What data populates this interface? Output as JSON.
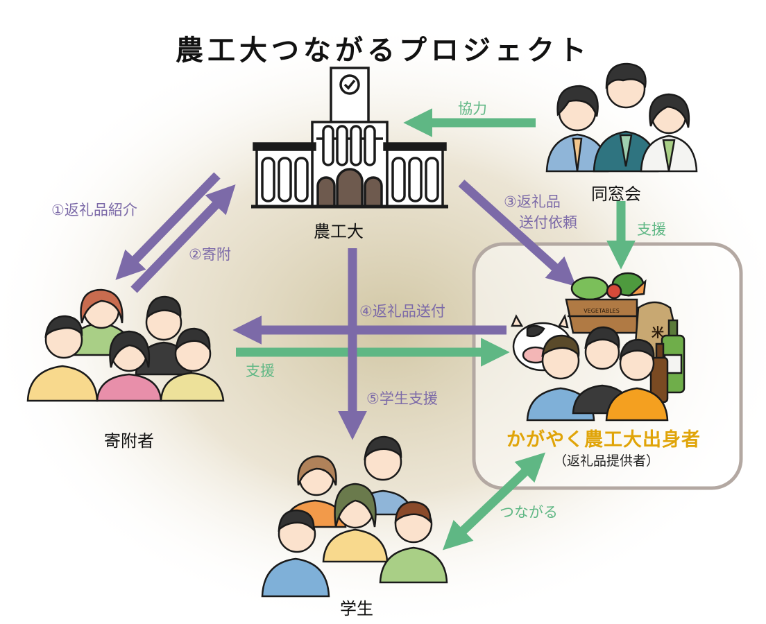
{
  "title": "農工大つながるプロジェクト",
  "nodes": {
    "university": "農工大",
    "alumni": "同窓会",
    "donors": "寄附者",
    "students": "学生",
    "graduates": "かがやく農工大出身者",
    "graduates_sub": "（返礼品提供者）"
  },
  "flows": {
    "cooperation": "協力",
    "step1": "①返礼品紹介",
    "step2": "②寄附",
    "step3_line1": "③返礼品",
    "step3_line2": "送付依頼",
    "step4": "④返礼品送付",
    "step5": "⑤学生支援",
    "support_alumni": "支援",
    "support_donors": "支援",
    "connect": "つながる"
  },
  "products": {
    "crate_text": "VEGETABLES",
    "rice_text": "米"
  },
  "colors": {
    "purple": "#7c6aa8",
    "green": "#5fb784",
    "gold": "#e0a408",
    "frame": "#b3a8a2",
    "bg_glow": "#d8cfb2"
  }
}
